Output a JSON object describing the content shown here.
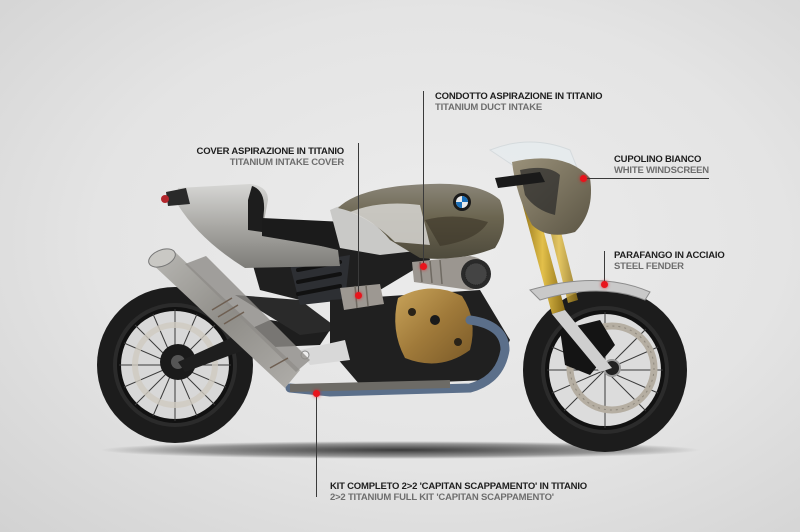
{
  "image": {
    "subject": "motorcycle-side-view",
    "background_color": "#e6e6e6",
    "accent_color": "#e8141c",
    "brand_badge": "BMW"
  },
  "annotations": [
    {
      "id": "duct-intake",
      "italian": "CONDOTTO ASPIRAZIONE IN TITANIO",
      "english": "TITANIUM DUCT INTAKE"
    },
    {
      "id": "intake-cover",
      "italian": "COVER ASPIRAZIONE IN TITANIO",
      "english": "TITANIUM INTAKE COVER"
    },
    {
      "id": "windscreen",
      "italian": "CUPOLINO BIANCO",
      "english": "WHITE WINDSCREEN"
    },
    {
      "id": "fender",
      "italian": "PARAFANGO IN ACCIAIO",
      "english": "STEEL FENDER"
    },
    {
      "id": "exhaust-kit",
      "italian": "KIT COMPLETO 2>2 'CAPITAN SCAPPAMENTO' IN TITANIO",
      "english": "2>2 TITANIUM FULL KIT 'CAPITAN SCAPPAMENTO'"
    }
  ]
}
